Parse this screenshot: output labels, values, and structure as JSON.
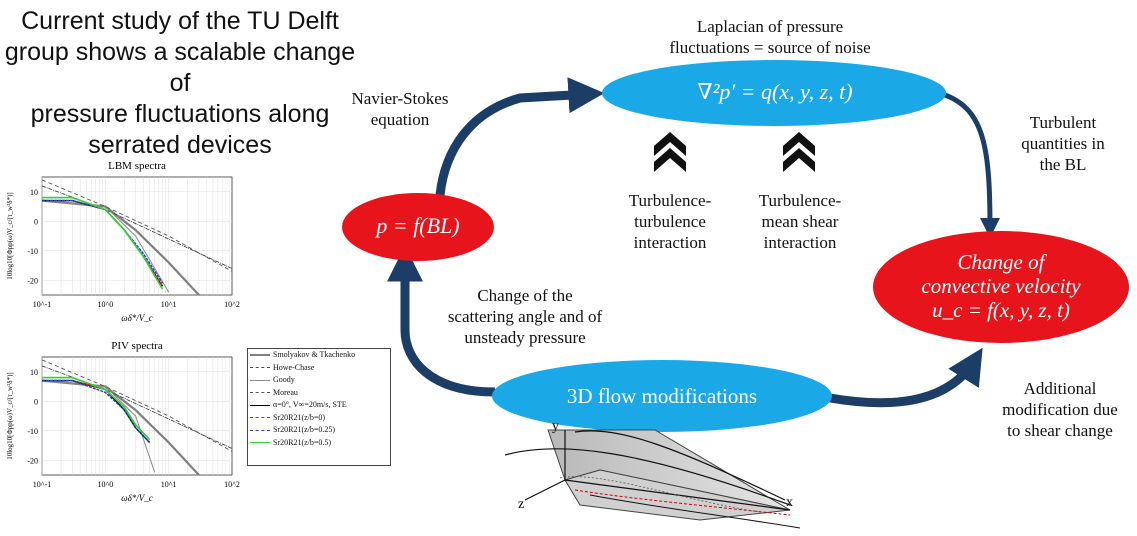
{
  "title_lines": [
    "Current study of the TU Delft",
    "group shows a scalable change of",
    "pressure fluctuations along",
    "serrated devices"
  ],
  "nodes": {
    "laplacian_caption": [
      "Laplacian of pressure",
      "fluctuations = source of noise"
    ],
    "laplacian_eq": "∇²p′ = q(x, y, z, t)",
    "p_eq": "p = f(BL)",
    "change_conv": [
      "Change of",
      "convective velocity"
    ],
    "uc_eq": "u_c = f(x, y, z, t)",
    "flow_mod": "3D flow modifications"
  },
  "labels": {
    "navier": [
      "Navier-Stokes",
      "equation"
    ],
    "turbulent_q": [
      "Turbulent",
      "quantities in",
      "the BL"
    ],
    "tt": [
      "Turbulence-",
      "turbulence",
      "interaction"
    ],
    "tms": [
      "Turbulence-",
      "mean shear",
      "interaction"
    ],
    "scatter": [
      "Change of the",
      "scattering angle and of",
      "unsteady pressure"
    ],
    "additional": [
      "Additional",
      "modification due",
      "to shear change"
    ]
  },
  "axes_3d": {
    "x": "x",
    "y": "y",
    "z": "z"
  },
  "colors": {
    "red_node": "#e8141b",
    "blue_node": "#1aa9e6",
    "arrow": "#1b3d66",
    "white_text": "#ffffff"
  },
  "chart_data": [
    {
      "type": "line",
      "title": "LBM spectra",
      "xlabel": "ωδ*/V_c",
      "ylabel": "10log10[Φpp(ω)V_c/(τ_w²δ*)]",
      "xscale": "log",
      "xlim": [
        0.1,
        100
      ],
      "ylim": [
        -25,
        15
      ],
      "xticks": [
        "10^-1",
        "10^0",
        "10^1",
        "10^2"
      ],
      "yticks": [
        "10",
        "0",
        "-10",
        "-20"
      ],
      "grid": true,
      "series": [
        {
          "name": "Smolyakov & Tkachenko",
          "x": [
            0.1,
            1,
            3,
            10,
            30
          ],
          "y": [
            7,
            5,
            -3,
            -14,
            -25
          ]
        },
        {
          "name": "Howe-Chase",
          "x": [
            0.1,
            1,
            10,
            100
          ],
          "y": [
            12,
            4,
            -6,
            -16
          ]
        },
        {
          "name": "Goody",
          "x": [
            0.1,
            1,
            3,
            10
          ],
          "y": [
            7,
            5,
            -5,
            -24
          ]
        },
        {
          "name": "Moreau",
          "x": [
            0.1,
            1,
            10,
            100
          ],
          "y": [
            14,
            5,
            -5,
            -17
          ]
        },
        {
          "name": "α=0°, V∞=20m/s, STE",
          "x": [
            0.1,
            0.3,
            1,
            2,
            4,
            8
          ],
          "y": [
            7,
            7,
            4,
            -3,
            -12,
            -22
          ]
        },
        {
          "name": "Sr20R21(z/b=0)",
          "x": [
            0.1,
            0.3,
            1,
            2,
            4,
            8
          ],
          "y": [
            7,
            7,
            4,
            -3,
            -12,
            -22
          ]
        },
        {
          "name": "Sr20R21(z/b=0.25)",
          "x": [
            0.1,
            0.3,
            1,
            2,
            4,
            8
          ],
          "y": [
            7,
            7,
            4,
            -3,
            -11,
            -21
          ]
        },
        {
          "name": "Sr20R21(z/b=0.5)",
          "x": [
            0.1,
            0.3,
            1,
            2,
            4,
            8
          ],
          "y": [
            8,
            8,
            4,
            -3,
            -12,
            -23
          ]
        }
      ]
    },
    {
      "type": "line",
      "title": "PIV spectra",
      "xlabel": "ωδ*/V_c",
      "ylabel": "10log10[Φpp(ω)V_c/(τ_w²δ*)]",
      "xscale": "log",
      "xlim": [
        0.1,
        100
      ],
      "ylim": [
        -25,
        15
      ],
      "xticks": [
        "10^-1",
        "10^0",
        "10^1",
        "10^2"
      ],
      "yticks": [
        "10",
        "0",
        "-10",
        "-20"
      ],
      "grid": true,
      "series": [
        {
          "name": "Smolyakov & Tkachenko",
          "x": [
            0.1,
            1,
            3,
            10,
            30
          ],
          "y": [
            7,
            5,
            -3,
            -14,
            -25
          ]
        },
        {
          "name": "Howe-Chase",
          "x": [
            0.1,
            1,
            10,
            100
          ],
          "y": [
            12,
            4,
            -6,
            -16
          ]
        },
        {
          "name": "Goody",
          "x": [
            0.1,
            1,
            3,
            6
          ],
          "y": [
            7,
            5,
            -5,
            -24
          ]
        },
        {
          "name": "Moreau",
          "x": [
            0.1,
            1,
            10,
            100
          ],
          "y": [
            14,
            5,
            -5,
            -17
          ]
        },
        {
          "name": "α=0°, V∞=20m/s, STE",
          "x": [
            0.1,
            0.3,
            1,
            2,
            3,
            5
          ],
          "y": [
            7,
            7,
            4,
            -3,
            -9,
            -14
          ]
        },
        {
          "name": "Sr20R21(z/b=0)",
          "x": [
            0.1,
            0.3,
            1,
            2,
            3,
            5
          ],
          "y": [
            7,
            7,
            4,
            -2,
            -8,
            -13
          ]
        },
        {
          "name": "Sr20R21(z/b=0.25)",
          "x": [
            0.1,
            0.3,
            1,
            2,
            3,
            5
          ],
          "y": [
            7,
            7,
            3,
            -3,
            -9,
            -14
          ]
        },
        {
          "name": "Sr20R21(z/b=0.5)",
          "x": [
            0.1,
            0.3,
            1,
            2,
            3,
            5
          ],
          "y": [
            8,
            8,
            4,
            -2,
            -8,
            -13
          ]
        }
      ]
    }
  ],
  "legend_labels": [
    "Smolyakov & Tkachenko",
    "Howe-Chase",
    "Goody",
    "Moreau",
    "α=0°, V∞=20m/s, STE",
    "Sr20R21(z/b=0)",
    "Sr20R21(z/b=0.25)",
    "Sr20R21(z/b=0.5)"
  ],
  "legend_colors": [
    "#7f7f7f",
    "#444444",
    "#888888",
    "#555555",
    "#000000",
    "#e8141b",
    "#1f3fd0",
    "#2fd42f"
  ]
}
